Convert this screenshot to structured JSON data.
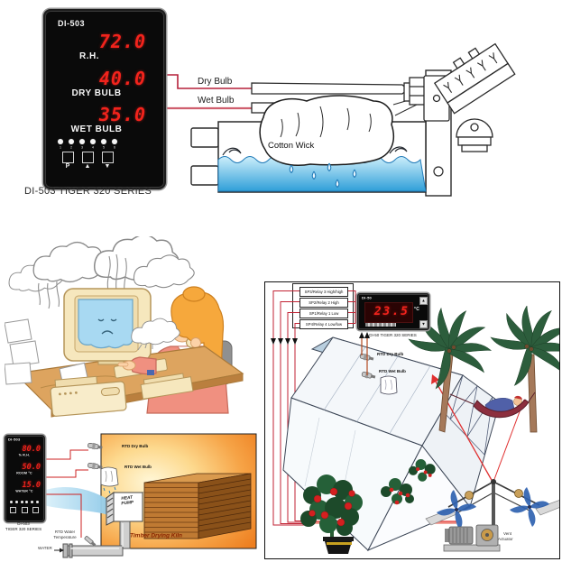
{
  "colors": {
    "display_red": "#f2231c",
    "wiring_red": "#c22233",
    "water_blue": "#2f9fd8",
    "kiln_orange": "#ee7f20",
    "roof_glass_blue": "#b9cfdf"
  },
  "main_meter": {
    "model": "DI-503",
    "readouts": [
      {
        "value": "72.0",
        "label": "R.H."
      },
      {
        "value": "40.0",
        "label": "DRY BULB"
      },
      {
        "value": "35.0",
        "label": "WET BULB"
      }
    ],
    "led_numbers": [
      "1",
      "2",
      "3",
      "4",
      "5",
      "6"
    ],
    "buttons": [
      "P",
      "▲",
      "▼"
    ],
    "caption": "DI-503 TIGER 320 SERIES"
  },
  "sensor_diagram": {
    "dry_bulb": "Dry Bulb",
    "wet_bulb": "Wet Bulb",
    "cotton_wick": "Cotton Wick"
  },
  "kiln_panel": {
    "meter": {
      "model": "DI-503",
      "readouts": [
        {
          "value": "80.0",
          "label": "% R.H."
        },
        {
          "value": "50.0",
          "label": "ROOM °C"
        },
        {
          "value": "15.0",
          "label": "WATER °C"
        }
      ],
      "caption_line1": "DI-503",
      "caption_line2": "TIGER 320 SERIES"
    },
    "labels": {
      "rtd_dry_bulb": "RTD Dry Bulb",
      "rtd_wet_bulb": "RTD Wet Bulb",
      "heat_pump": "HEAT PUMP",
      "kiln_title": "Timber Drying Kiln",
      "rtd_water_line1": "RTD Water",
      "rtd_water_line2": "Temperature",
      "water": "WATER"
    }
  },
  "greenhouse_panel": {
    "relays": [
      "SP3/Relay 3 High/high",
      "SP2/Relay 2 High",
      "SP1/Relay 1 Low",
      "SP4/Relay 4 Low/low"
    ],
    "meter": {
      "model": "DI-50",
      "value": "23.5",
      "unit": "°C",
      "buttons": [
        "▲",
        "▼"
      ],
      "caption": "DI-50 TIGER 320 SERIES"
    },
    "labels": {
      "rtd_dry_bulb": "RTD Dry Bulb",
      "rtd_wet_bulb": "RTD Wet Bulb",
      "vent_line1": "Vent",
      "vent_line2": "Actuator"
    }
  }
}
